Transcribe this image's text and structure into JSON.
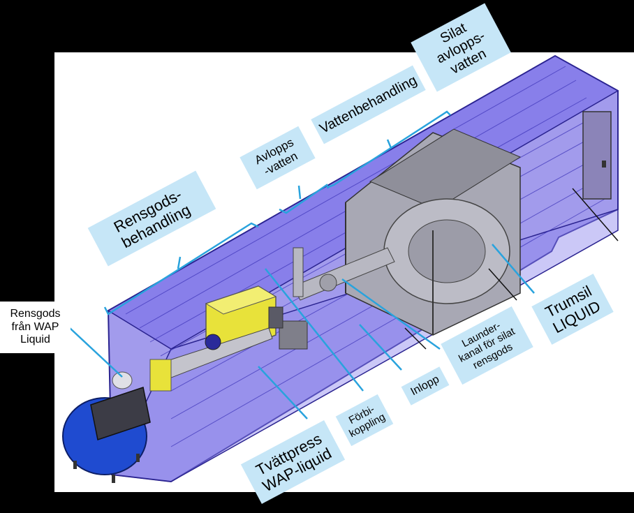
{
  "labels": {
    "rensgods_wap": "Rensgods\nfrån WAP\nLiquid",
    "rensgodsbehandling": "Rensgods-\nbehandling",
    "avloppsvatten": "Avlopps\n-vatten",
    "vattenbehandling": "Vattenbehandling",
    "silat_avloppsvatten": "Silat\navlopps-\nvatten",
    "trumsil": "Trumsil\nLIQUID",
    "launderkanal": "Launder-\nkanal för silat\nrensgods",
    "inlopp": "Inlopp",
    "forbikoppling": "Förbi-\nkoppling",
    "tvattpress": "Tvättpress\nWAP-liquid"
  },
  "colors": {
    "container_blue": "#4a3fd6",
    "label_bg": "#c6e6f7",
    "pointer": "#29a3dd",
    "press_yellow": "#e8e23a",
    "bin_blue": "#1f4bd0",
    "background": "#000000"
  }
}
